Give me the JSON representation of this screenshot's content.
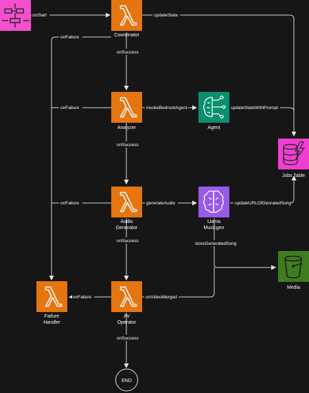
{
  "nodes": {
    "step_functions": {
      "icon": "step-functions-icon",
      "color": "#f34fce"
    },
    "coordinator": {
      "label": "Coordinator",
      "icon": "lambda-icon",
      "color": "#e6740f"
    },
    "analyzer": {
      "label": "Analyzer",
      "icon": "lambda-icon",
      "color": "#e6740f"
    },
    "agent": {
      "label": "Agent",
      "icon": "bedrock-agent-icon",
      "color": "#0a8f6f"
    },
    "jobs_table": {
      "label": "Jobs Table",
      "icon": "dynamodb-icon",
      "color": "#ef3fd0"
    },
    "audio_generator": {
      "label_1": "Audio",
      "label_2": "Generator",
      "icon": "lambda-icon",
      "color": "#e6740f"
    },
    "llama_musicgen": {
      "label_1": "Llama",
      "label_2": "Musicgen",
      "icon": "model-icon",
      "color": "#9a5ae8"
    },
    "media": {
      "label": "Media",
      "icon": "s3-bucket-icon",
      "color": "#3f7d1e"
    },
    "failure_handler": {
      "label_1": "Failure",
      "label_2": "Handler",
      "icon": "lambda-icon",
      "color": "#e6740f"
    },
    "av_operator": {
      "label_1": "AV",
      "label_2": "Operator",
      "icon": "lambda-icon",
      "color": "#e6740f"
    },
    "end": {
      "label": "END"
    }
  },
  "edges": {
    "on_start": "onStart",
    "update_state": "updateState",
    "on_failure_1": "onFailure",
    "on_success_1": "onSuccess",
    "on_failure_2": "onFailure",
    "invoke_bedrock_agent": "invokeBedrockAgent",
    "update_state_with_prompt": "updateStateWithPrompt",
    "on_success_2": "onSuccess",
    "on_failure_3": "onFailure",
    "generate_audio": "generateAudio",
    "update_url": "updateURLOfGenratedSong",
    "store_generated_song": "storeGeneratedSong",
    "on_success_3": "onSuccess",
    "on_failure_4": "onFailure",
    "on_video_merged": "onVideoMerged",
    "on_success_4": "onSuccess"
  }
}
